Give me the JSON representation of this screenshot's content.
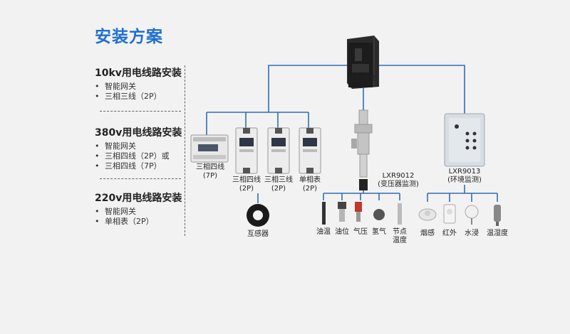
{
  "title": "安装方案",
  "sections": [
    {
      "title": "10kv用电线路安装",
      "items": [
        "智能网关",
        "三相三线（2P）"
      ]
    },
    {
      "title": "380v用电线路安装",
      "items": [
        "智能网关",
        "三相四线（2P）或",
        "三相四线（7P）"
      ]
    },
    {
      "title": "220v用电线路安装",
      "items": [
        "智能网关",
        "单相表（2P）"
      ]
    }
  ],
  "gateway_label": "智能网关",
  "meters": [
    {
      "line1": "三相四线",
      "line2": "(7P)"
    },
    {
      "line1": "三相四线",
      "line2": "(2P)"
    },
    {
      "line1": "三相三线",
      "line2": "(2P)"
    },
    {
      "line1": "单相表",
      "line2": "(2P)"
    }
  ],
  "transformer_label": "互感器",
  "lxr9012": {
    "line1": "LXR9012",
    "line2": "(变压器监测)"
  },
  "lxr9013": {
    "line1": "LXR9013",
    "line2": "(环境监测)"
  },
  "sensors_9012": [
    {
      "line1": "油温"
    },
    {
      "line1": "油位"
    },
    {
      "line1": "气压"
    },
    {
      "line1": "氢气"
    },
    {
      "line1": "节点",
      "line2": "温度"
    }
  ],
  "sensors_9013": [
    {
      "line1": "烟感"
    },
    {
      "line1": "红外"
    },
    {
      "line1": "水浸"
    },
    {
      "line1": "温湿度"
    }
  ],
  "colors": {
    "accent": "#1e6fd0",
    "line": "#2f6db5"
  }
}
